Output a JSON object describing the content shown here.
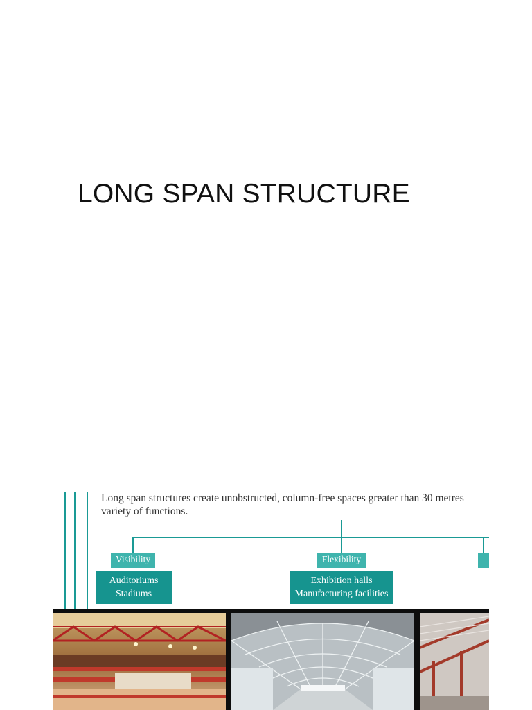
{
  "slide": {
    "title": "LONG SPAN STRUCTURE"
  },
  "figure": {
    "intro_line1": "Long span structures create unobstructed, column-free spaces greater than 30 metres",
    "intro_line2": "variety of functions.",
    "categories": [
      {
        "tag": "Visibility",
        "items": [
          "Auditoriums",
          "Stadiums"
        ]
      },
      {
        "tag": "Flexibility",
        "items": [
          "Exhibition halls",
          "Manufacturing facilities"
        ]
      }
    ],
    "photos": [
      "sports-hall-photo",
      "arched-hall-photo",
      "steel-frame-photo"
    ],
    "colors": {
      "accent": "#1a9a95",
      "tag": "#3fb4ad",
      "box": "#16948f"
    }
  }
}
